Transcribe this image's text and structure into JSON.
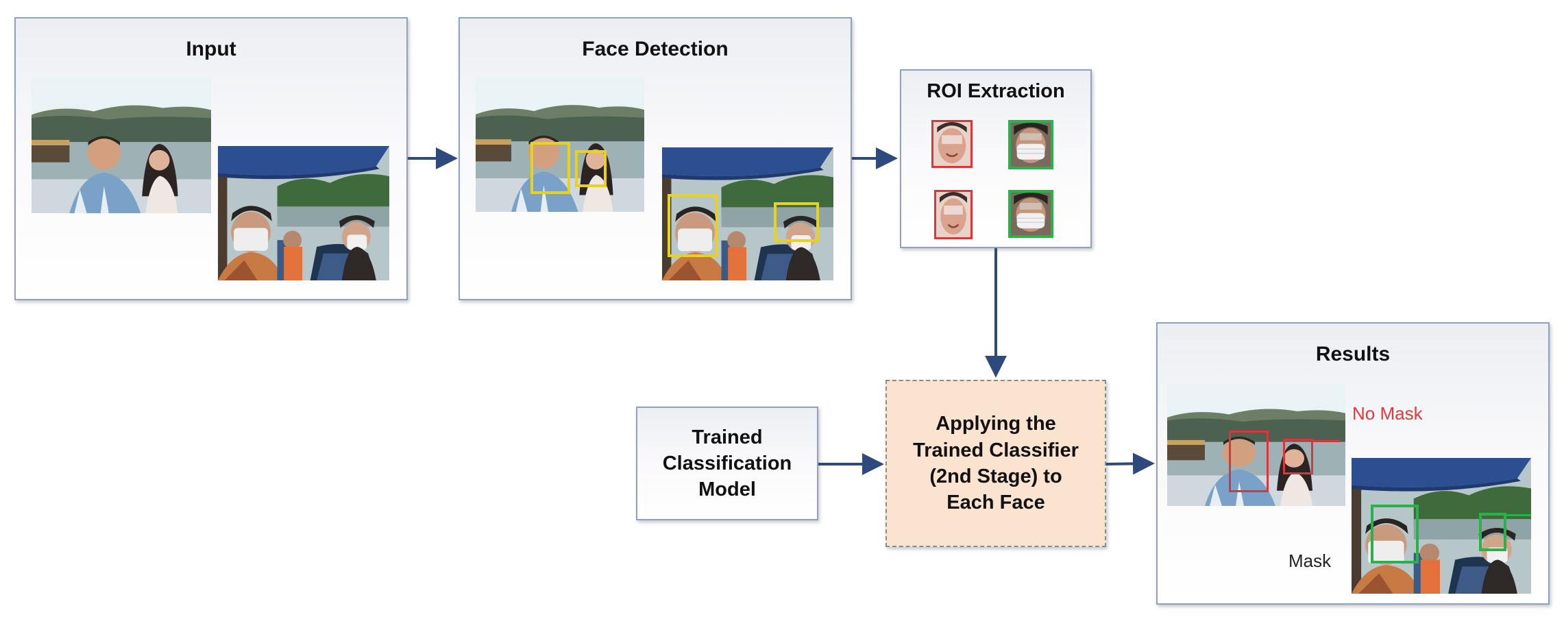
{
  "boxes": {
    "input_title": "Input",
    "face_detection_title": "Face Detection",
    "roi_title": "ROI Extraction",
    "model_label": "Trained\nClassification\nModel",
    "classifier_label": "Applying the\nTrained Classifier\n(2nd Stage) to\nEach Face",
    "results_title": "Results"
  },
  "results": {
    "no_mask_label": "No Mask",
    "mask_label": "Mask"
  },
  "colors": {
    "detection_box": "#e8d21e",
    "no_mask_box": "#d9373b",
    "mask_box": "#29b14a",
    "no_mask_text": "#e2393b",
    "arrow": "#2e4a7d",
    "box_border": "#8ea2c0",
    "classifier_fill": "#fae3cf"
  }
}
